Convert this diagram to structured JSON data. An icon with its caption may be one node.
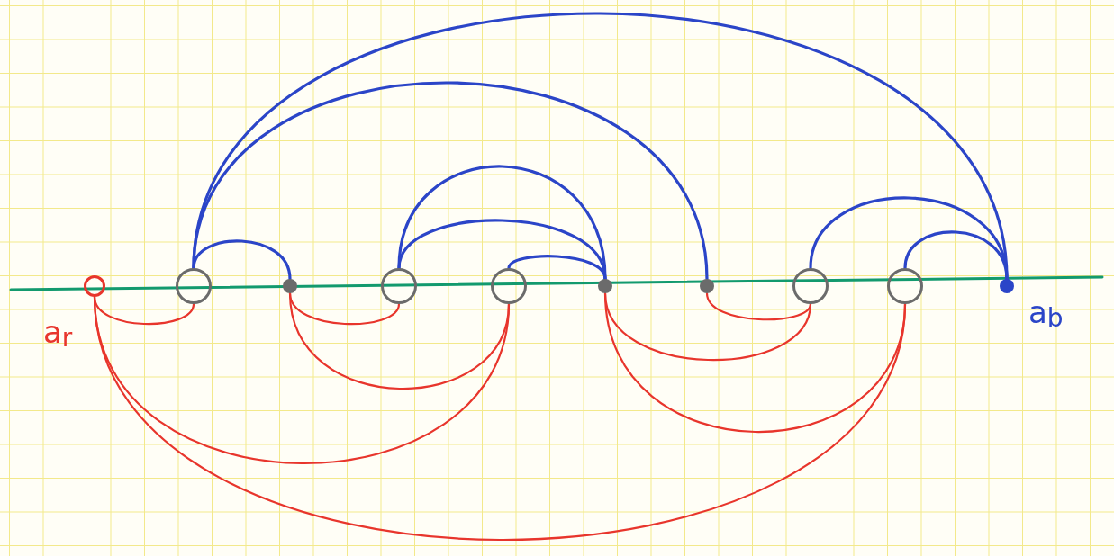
{
  "diagram": {
    "nodes": [
      {
        "text": [],
        "shape": "circle",
        "beside": [
          "a$_{r}$"
        ]
      },
      {
        "text": [],
        "shape": "circle"
      },
      {
        "text": [],
        "shape": "dot"
      },
      {
        "text": [],
        "shape": "circle"
      },
      {
        "text": [],
        "shape": "circle"
      },
      {
        "text": [],
        "shape": "dot"
      },
      {
        "text": [],
        "shape": "dot"
      },
      {
        "text": [],
        "shape": "circle"
      },
      {
        "text": [],
        "shape": "circle"
      },
      {
        "text": [],
        "shape": "dot",
        "beside": [
          "a$_{b}$"
        ]
      }
    ],
    "edges": [
      {
        "from": 1,
        "to": 9,
        "arrow": "none",
        "color": "#2b45c8"
      },
      {
        "from": 1,
        "to": 6,
        "arrow": "none",
        "color": "#2b45c8"
      },
      {
        "from": 1,
        "to": 2,
        "arrow": "none",
        "color": "#2b45c8"
      },
      {
        "from": 3,
        "to": 5,
        "arrow": "none",
        "color": "#2b45c8"
      },
      {
        "from": 3,
        "to": 5,
        "arrow": "none",
        "color": "#2b45c8"
      },
      {
        "from": 4,
        "to": 5,
        "arrow": "none",
        "color": "#2b45c8"
      },
      {
        "from": 7,
        "to": 9,
        "arrow": "none",
        "color": "#2b45c8"
      },
      {
        "from": 8,
        "to": 9,
        "arrow": "none",
        "color": "#2b45c8"
      },
      {
        "from": 0,
        "to": 1,
        "arrow": "none",
        "color": "#e8352c"
      },
      {
        "from": 0,
        "to": 4,
        "arrow": "none",
        "color": "#e8352c"
      },
      {
        "from": 0,
        "to": 8,
        "arrow": "none",
        "color": "#e8352c"
      },
      {
        "from": 2,
        "to": 3,
        "arrow": "none",
        "color": "#e8352c"
      },
      {
        "from": 2,
        "to": 4,
        "arrow": "none",
        "color": "#e8352c"
      },
      {
        "from": 5,
        "to": 7,
        "arrow": "none",
        "color": "#e8352c"
      },
      {
        "from": 5,
        "to": 8,
        "arrow": "none",
        "color": "#e8352c"
      },
      {
        "from": 6,
        "to": 7,
        "arrow": "none",
        "color": "#e8352c"
      }
    ]
  }
}
